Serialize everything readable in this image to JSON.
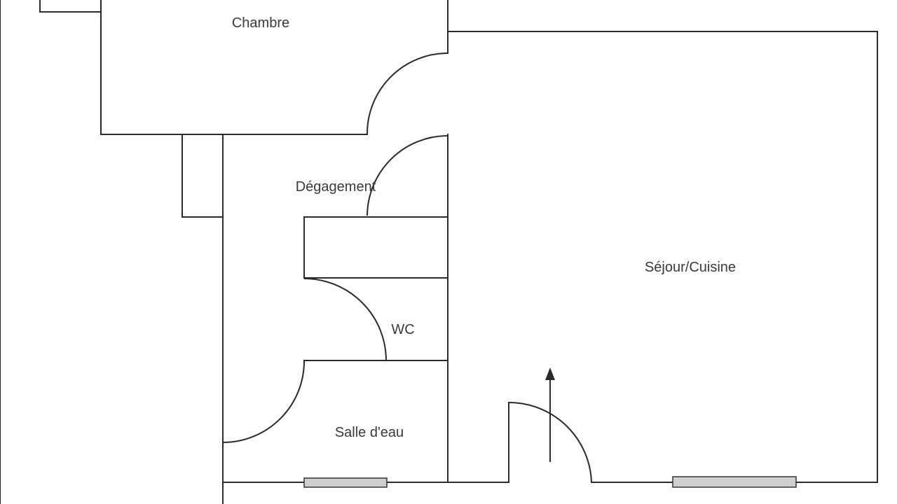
{
  "rooms": {
    "chambre": "Chambre",
    "degagement": "Dégagement",
    "sejour_cuisine": "Séjour/Cuisine",
    "wc": "WC",
    "salle_eau": "Salle d'eau"
  },
  "icons": {
    "entrance": "entrance-arrow-icon"
  }
}
